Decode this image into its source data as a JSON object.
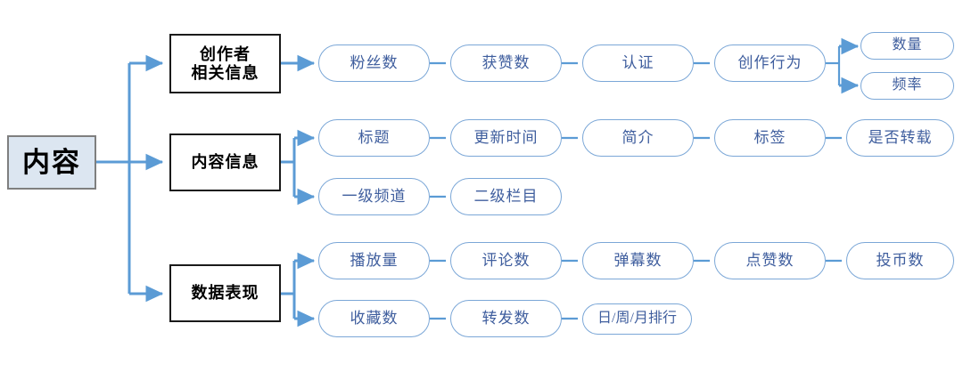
{
  "diagram": {
    "title": "内容",
    "type": "tree-mindmap",
    "orientation": "left-to-right",
    "colors": {
      "root_fill": "#dce6f1",
      "root_border": "#7f7f7f",
      "category_border": "#1a1a1a",
      "pill_border": "#7ba7d7",
      "pill_text": "#3f5e9e",
      "connector": "#5b9bd5",
      "background": "#ffffff"
    },
    "root": {
      "label": "内容"
    },
    "branches": [
      {
        "id": "creator",
        "label": "创作者\n相关信息",
        "rows": [
          {
            "id": "creator-row-1",
            "items": [
              {
                "label": "粉丝数"
              },
              {
                "label": "获赞数"
              },
              {
                "label": "认证"
              },
              {
                "label": "创作行为"
              }
            ]
          }
        ],
        "sub_branch": {
          "parent": "创作行为",
          "items": [
            {
              "label": "数量"
            },
            {
              "label": "频率"
            }
          ]
        }
      },
      {
        "id": "content",
        "label": "内容信息",
        "rows": [
          {
            "id": "content-row-1",
            "items": [
              {
                "label": "标题"
              },
              {
                "label": "更新时间"
              },
              {
                "label": "简介"
              },
              {
                "label": "标签"
              },
              {
                "label": "是否转载"
              }
            ]
          },
          {
            "id": "content-row-2",
            "items": [
              {
                "label": "一级频道"
              },
              {
                "label": "二级栏目"
              }
            ]
          }
        ]
      },
      {
        "id": "performance",
        "label": "数据表现",
        "rows": [
          {
            "id": "performance-row-1",
            "items": [
              {
                "label": "播放量"
              },
              {
                "label": "评论数"
              },
              {
                "label": "弹幕数"
              },
              {
                "label": "点赞数"
              },
              {
                "label": "投币数"
              }
            ]
          },
          {
            "id": "performance-row-2",
            "items": [
              {
                "label": "收藏数"
              },
              {
                "label": "转发数"
              },
              {
                "label": "日/周/月排行"
              }
            ]
          }
        ]
      }
    ]
  }
}
